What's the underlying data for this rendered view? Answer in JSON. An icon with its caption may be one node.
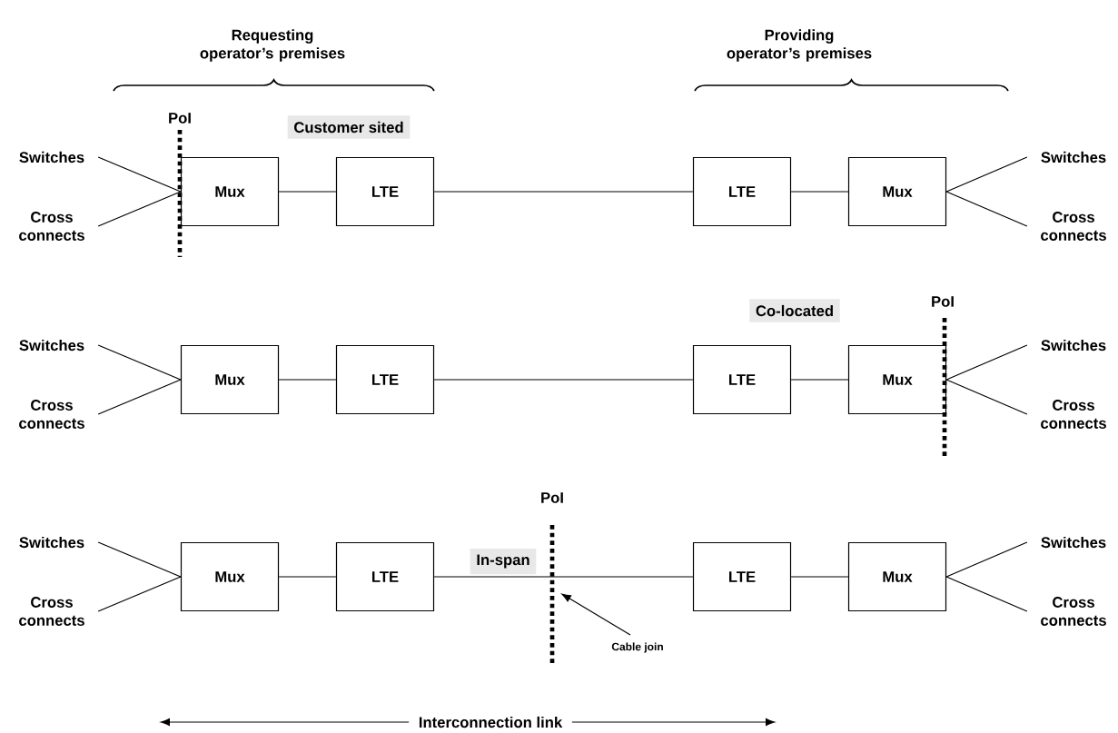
{
  "diagram": {
    "nodes": [
      {
        "text": [
          "Customer sited"
        ]
      },
      {
        "text": [
          "Switches"
        ]
      },
      {
        "text": [
          "Cross connects"
        ]
      },
      {
        "text": [
          "Mux"
        ]
      },
      {
        "text": [
          "LTE"
        ]
      },
      {
        "text": [
          "LTE"
        ]
      },
      {
        "text": [
          "Mux"
        ]
      },
      {
        "text": [
          "Switches"
        ]
      },
      {
        "text": [
          "Cross connects"
        ]
      },
      {
        "text": [
          "Co-located"
        ]
      },
      {
        "text": [
          "Switches"
        ]
      },
      {
        "text": [
          "Cross connects"
        ]
      },
      {
        "text": [
          "Mux"
        ]
      },
      {
        "text": [
          "LTE"
        ]
      },
      {
        "text": [
          "LTE"
        ]
      },
      {
        "text": [
          "Mux"
        ]
      },
      {
        "text": [
          "Switches"
        ]
      },
      {
        "text": [
          "Cross connects"
        ]
      },
      {
        "text": [
          "In-span"
        ]
      },
      {
        "text": [
          "Switches"
        ]
      },
      {
        "text": [
          "Cross connects"
        ]
      },
      {
        "text": [
          "Mux"
        ]
      },
      {
        "text": [
          "LTE"
        ]
      },
      {
        "text": [
          "LTE"
        ]
      },
      {
        "text": [
          "Mux"
        ]
      },
      {
        "text": [
          "Switches"
        ]
      },
      {
        "text": [
          "Cross connects"
        ]
      },
      {
        "text": [
          "Cable join"
        ]
      }
    ],
    "edges": [
      {
        "from": 1,
        "to": 3,
        "arrow": "none"
      },
      {
        "from": 2,
        "to": 3,
        "arrow": "none"
      },
      {
        "from": 3,
        "to": 4,
        "arrow": "none"
      },
      {
        "from": 4,
        "to": 5,
        "arrow": "none"
      },
      {
        "from": 5,
        "to": 6,
        "arrow": "none"
      },
      {
        "from": 7,
        "to": 6,
        "arrow": "none"
      },
      {
        "from": 8,
        "to": 6,
        "arrow": "none"
      },
      {
        "from": 10,
        "to": 12,
        "arrow": "none"
      },
      {
        "from": 11,
        "to": 12,
        "arrow": "none"
      },
      {
        "from": 12,
        "to": 13,
        "arrow": "none"
      },
      {
        "from": 13,
        "to": 14,
        "arrow": "none"
      },
      {
        "from": 14,
        "to": 15,
        "arrow": "none"
      },
      {
        "from": 16,
        "to": 15,
        "arrow": "none"
      },
      {
        "from": 17,
        "to": 15,
        "arrow": "none"
      },
      {
        "from": 19,
        "to": 21,
        "arrow": "none"
      },
      {
        "from": 20,
        "to": 21,
        "arrow": "none"
      },
      {
        "from": 21,
        "to": 22,
        "arrow": "none"
      },
      {
        "from": 22,
        "to": 23,
        "arrow": "none"
      },
      {
        "from": 23,
        "to": 24,
        "arrow": "none"
      },
      {
        "from": 25,
        "to": 24,
        "arrow": "none"
      },
      {
        "from": 26,
        "to": 24,
        "arrow": "none"
      },
      {
        "from": 27,
        "to": null,
        "arrow": "to"
      }
    ],
    "labels": [
      "Requesting operator’s premises",
      "Providing operator’s premises",
      "PoI",
      "PoI",
      "PoI",
      "Interconnection link"
    ]
  }
}
